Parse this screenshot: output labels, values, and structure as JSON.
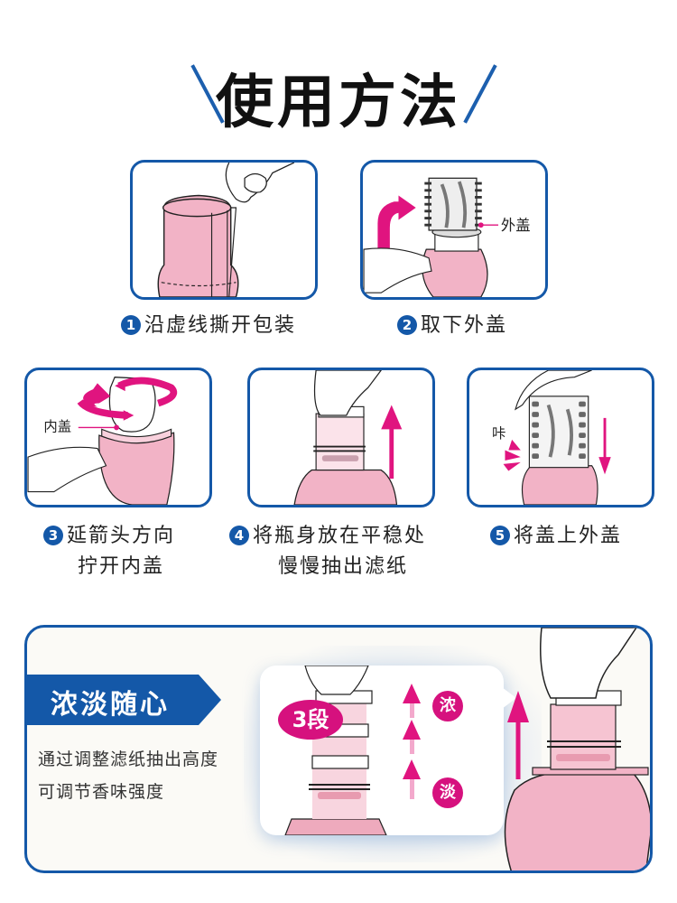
{
  "header": {
    "title": "使用方法"
  },
  "steps": [
    {
      "num": "1",
      "line1": "沿虚线撕开包装",
      "line2": ""
    },
    {
      "num": "2",
      "line1": "取下外盖",
      "line2": "",
      "callout": "外盖"
    },
    {
      "num": "3",
      "line1": "延箭头方向",
      "line2": "拧开内盖",
      "callout": "内盖"
    },
    {
      "num": "4",
      "line1": "将瓶身放在平稳处",
      "line2": "慢慢抽出滤纸"
    },
    {
      "num": "5",
      "line1": "将盖上外盖",
      "line2": "",
      "callout": "咔"
    }
  ],
  "feature": {
    "ribbon": "浓淡随心",
    "desc_line1": "通过调整滤纸抽出高度",
    "desc_line2": "可调节香味强度",
    "levels_badge": "3段",
    "strong_label": "浓",
    "light_label": "淡"
  },
  "colors": {
    "brand_blue": "#1458a8",
    "magenta": "#d6117e",
    "bottle_pink": "#f2b3c6"
  }
}
